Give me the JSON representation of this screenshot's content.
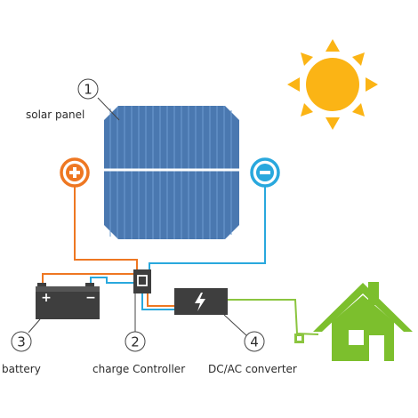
{
  "labels": {
    "solar_panel": "solar panel",
    "battery": "battery",
    "charge_controller": "charge Controller",
    "converter": "DC/AC converter"
  },
  "numbers": {
    "solar_panel": "1",
    "charge_controller": "2",
    "battery": "3",
    "converter": "4"
  },
  "symbols": {
    "positive": "+",
    "negative": "−",
    "battery_positive": "+",
    "battery_negative": "−"
  },
  "icons": {
    "sun": "sun-icon",
    "house": "house-icon",
    "lightning": "lightning-bolt-icon"
  },
  "colors": {
    "positive_wire": "#ee7722",
    "negative_wire": "#29a8dd",
    "ac_wire": "#8bc53f",
    "panel": "#4a78b0",
    "sun": "#fbb415",
    "house": "#7cbf2d",
    "device": "#3e3e3e"
  }
}
